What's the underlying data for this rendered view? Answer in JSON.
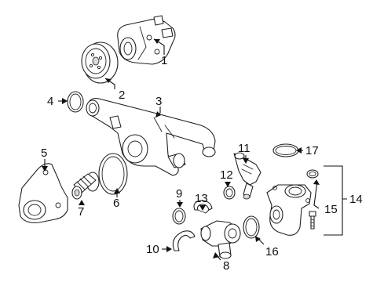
{
  "callouts": {
    "n1": "1",
    "n2": "2",
    "n3": "3",
    "n4": "4",
    "n5": "5",
    "n6": "6",
    "n7": "7",
    "n8": "8",
    "n9": "9",
    "n10": "10",
    "n11": "11",
    "n12": "12",
    "n13": "13",
    "n14": "14",
    "n15": "15",
    "n16": "16",
    "n17": "17"
  }
}
